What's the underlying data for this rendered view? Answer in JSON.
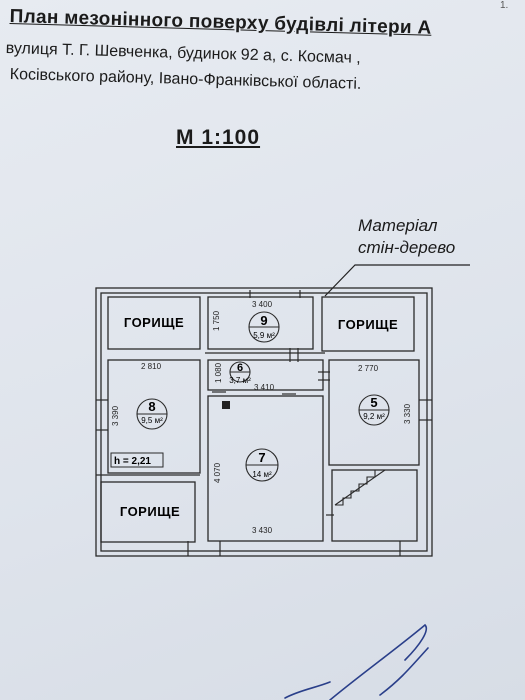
{
  "page": {
    "number": "1."
  },
  "header": {
    "title": "План мезонінного поверху будівлі літери А",
    "address_line1": "вулиця Т. Г. Шевченка, будинок 92 а,  с. Космач ,",
    "address_line2": "Косівського району, Івано-Франківської області.",
    "scale": "М 1:100"
  },
  "material": {
    "line1": "Матеріал",
    "line2": "стін-дерево"
  },
  "rooms": {
    "attic_top_left": "ГОРИЩЕ",
    "attic_top_right": "ГОРИЩЕ",
    "attic_bottom_left": "ГОРИЩЕ",
    "r9": {
      "num": "9",
      "area": "5,9 м²"
    },
    "r6": {
      "num": "6",
      "area": "3,7 м²"
    },
    "r8": {
      "num": "8",
      "area": "9,5 м²"
    },
    "r5": {
      "num": "5",
      "area": "9,2 м²"
    },
    "r7": {
      "num": "7",
      "area": "14 м²"
    }
  },
  "dimensions": {
    "d3400": "3 400",
    "d1750": "1 750",
    "d2810": "2 810",
    "d1080": "1 080",
    "d3410": "3 410",
    "d2770": "2 770",
    "d3390": "3 390",
    "d3330": "3 330",
    "d4070": "4 070",
    "d3430": "3 430",
    "height": "h = 2,21"
  }
}
